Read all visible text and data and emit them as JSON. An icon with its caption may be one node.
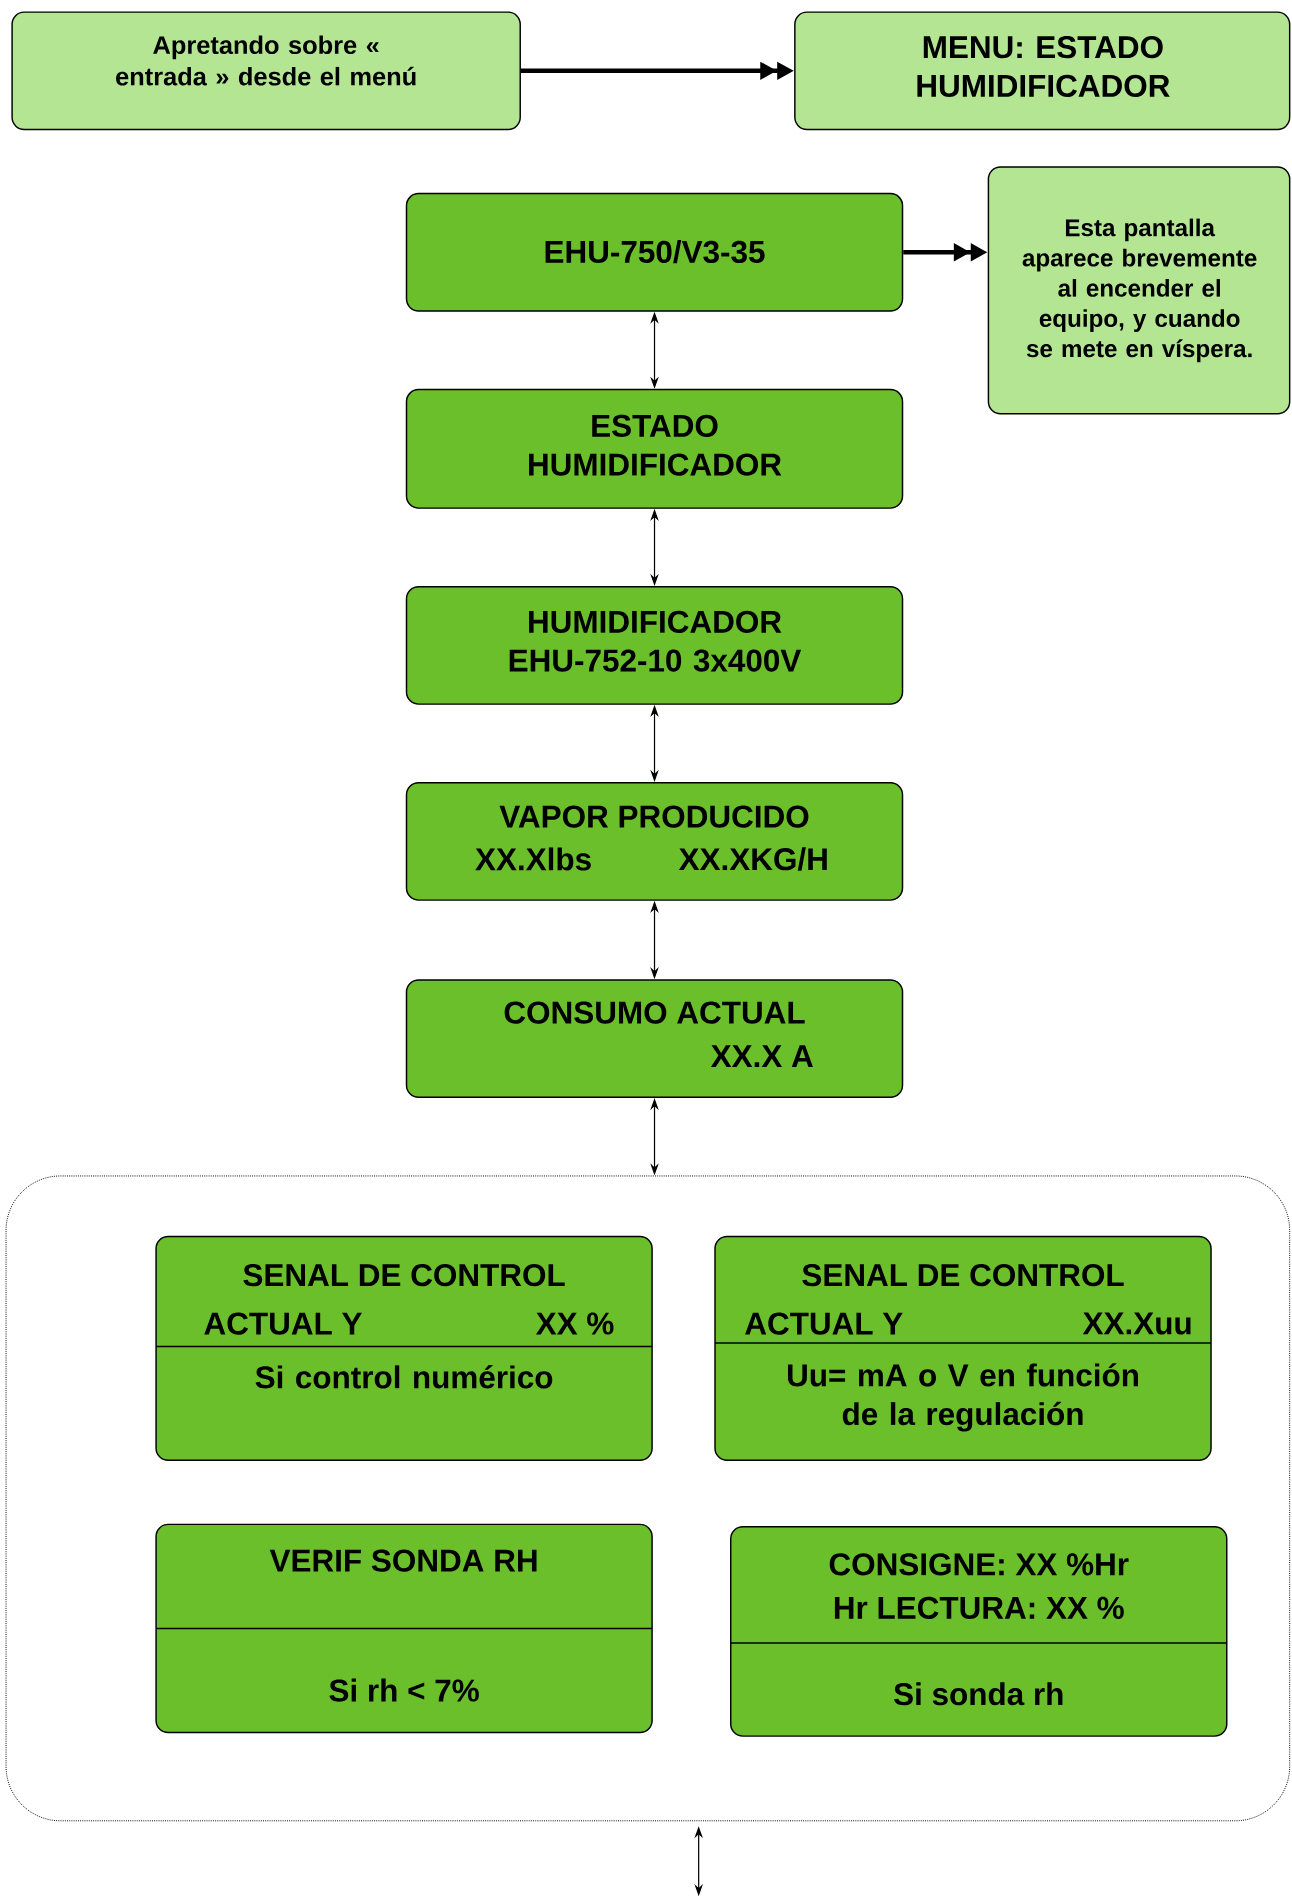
{
  "diagram": {
    "nodes": [
      {
        "text": [
          "Apretando sobre « entrada » desde el menú"
        ]
      },
      {
        "text": [
          "MENU: ESTADO HUMIDIFICADOR"
        ]
      },
      {
        "text": [
          "EHU-750/V3-35"
        ]
      },
      {
        "text": [
          "Esta pantalla aparece brevemente al encender el equipo, y cuando se mete en víspera."
        ]
      },
      {
        "text": [
          "ESTADO HUMIDIFICADOR"
        ]
      },
      {
        "text": [
          "HUMIDIFICADOR EHU-752-10 3x400V"
        ]
      },
      {
        "text": [
          "VAPOR PRODUCIDO",
          "XX.Xlbs",
          "XX.XKG/H"
        ]
      },
      {
        "text": [
          "CONSUMO ACTUAL",
          "XX.X A"
        ]
      },
      {
        "text": [],
        "shape": "box"
      },
      {
        "text": [
          "SENAL DE CONTROL",
          "ACTUAL Y",
          "XX %",
          "Si control numérico"
        ],
        "in": 8
      },
      {
        "text": [
          "SENAL DE CONTROL",
          "ACTUAL Y",
          "XX.Xuu",
          "Uu= mA o V en función de la regulación"
        ],
        "in": 8
      },
      {
        "text": [
          "VERIF  SONDA RH",
          "Si rh < 7%"
        ],
        "in": 8
      },
      {
        "text": [
          "CONSIGNE: XX %Hr",
          "Hr   LECTURA: XX %",
          "Si  sonda rh"
        ],
        "in": 8
      }
    ],
    "edges": [
      {
        "from": 0,
        "to": 1,
        "arrow": "to",
        "style": "thick"
      },
      {
        "from": 2,
        "to": 3,
        "arrow": "to",
        "style": "thick"
      },
      {
        "from": 2,
        "to": 4,
        "arrow": "both"
      },
      {
        "from": 4,
        "to": 5,
        "arrow": "both"
      },
      {
        "from": 5,
        "to": 6,
        "arrow": "both"
      },
      {
        "from": 6,
        "to": 7,
        "arrow": "both"
      },
      {
        "from": 7,
        "to": 8,
        "arrow": "both"
      },
      {
        "from": 8,
        "to": null,
        "arrow": "both"
      }
    ]
  }
}
